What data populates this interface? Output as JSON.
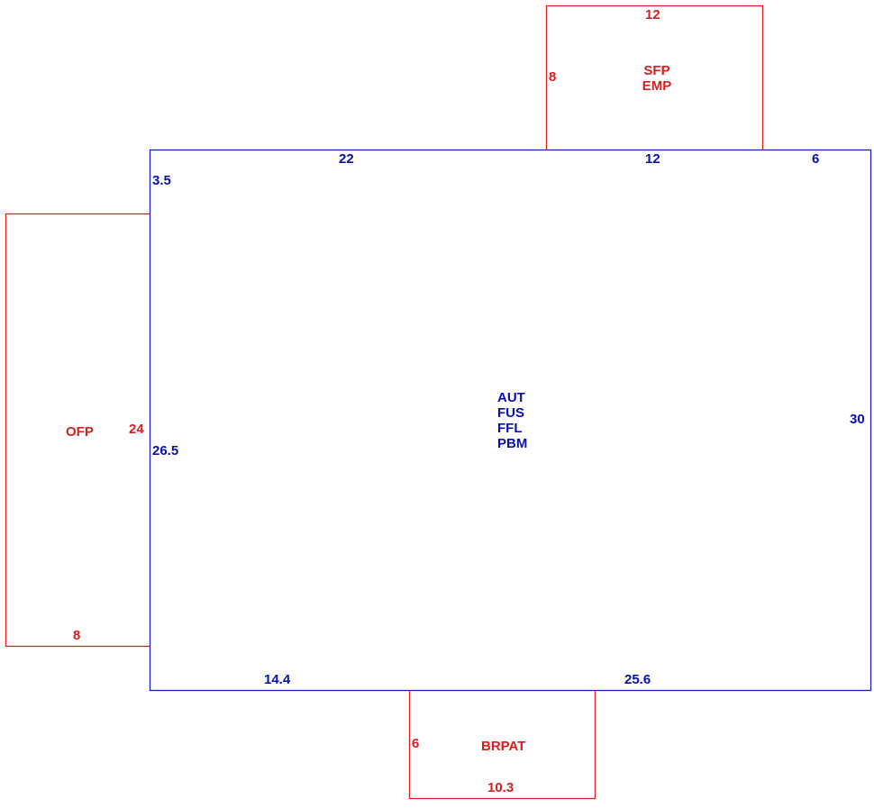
{
  "colors": {
    "main_outline": "#1a20c8",
    "main_text": "#0a10b0",
    "addition_outline": "#e02020",
    "addition_text": "#d81e1e"
  },
  "main_area": {
    "codes": [
      "AUT",
      "FUS",
      "FFL",
      "PBM"
    ],
    "dims": {
      "top_left": "22",
      "top_mid": "12",
      "top_right": "6",
      "left_upper": "3.5",
      "left_lower": "26.5",
      "right": "30",
      "bottom_left": "14.4",
      "bottom_right": "25.6"
    }
  },
  "sfp": {
    "codes": [
      "SFP",
      "EMP"
    ],
    "dims": {
      "top": "12",
      "left": "8"
    }
  },
  "ofp": {
    "code": "OFP",
    "dims": {
      "right": "24",
      "bottom": "8"
    }
  },
  "brpat": {
    "code": "BRPAT",
    "dims": {
      "left": "6",
      "bottom": "10.3"
    }
  }
}
